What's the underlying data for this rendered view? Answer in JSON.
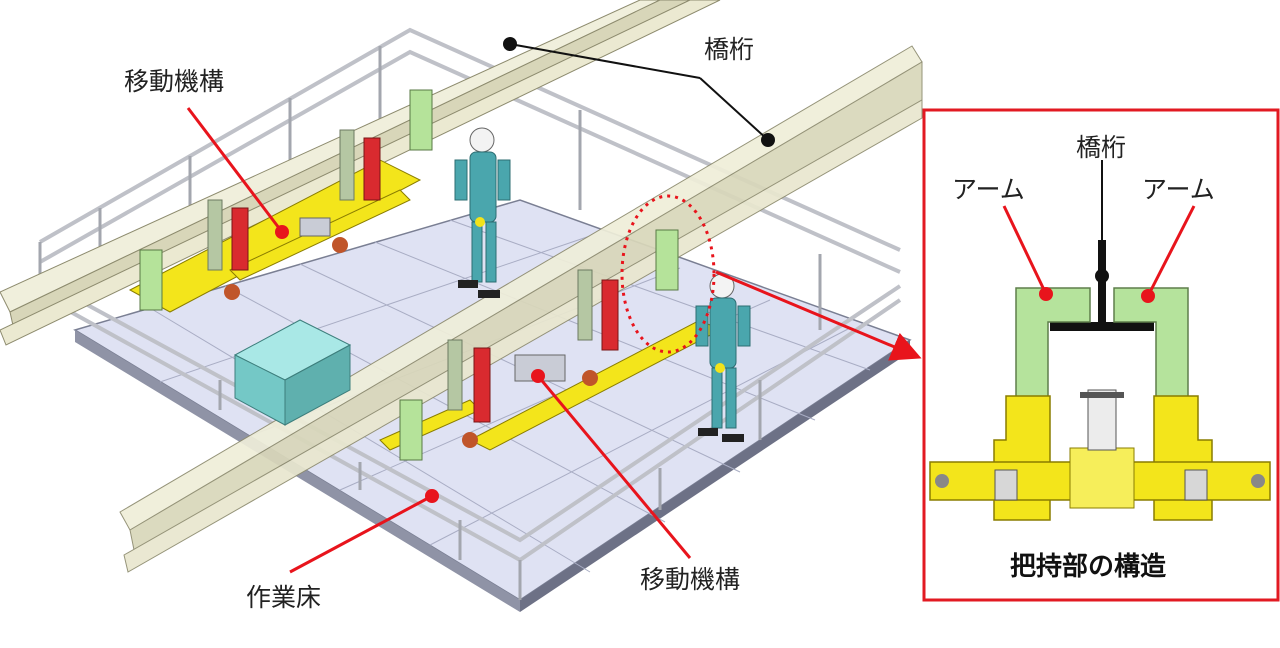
{
  "labels": {
    "girder_top": "橋桁",
    "moving_mech_top": "移動機構",
    "moving_mech_bottom": "移動機構",
    "work_floor": "作業床",
    "inset_girder": "橋桁",
    "inset_arm_left": "アーム",
    "inset_arm_right": "アーム",
    "inset_caption": "把持部の構造"
  },
  "colors": {
    "leader_red": "#e8141c",
    "leader_black": "#111111",
    "inset_border": "#e21a22",
    "girder": "#ecebd6",
    "floor": "#dcdff2",
    "worker": "#48a6ad",
    "mechanism_yellow": "#f3e51b",
    "arm_green": "#b4e49c",
    "arm_red": "#d92a2f"
  }
}
